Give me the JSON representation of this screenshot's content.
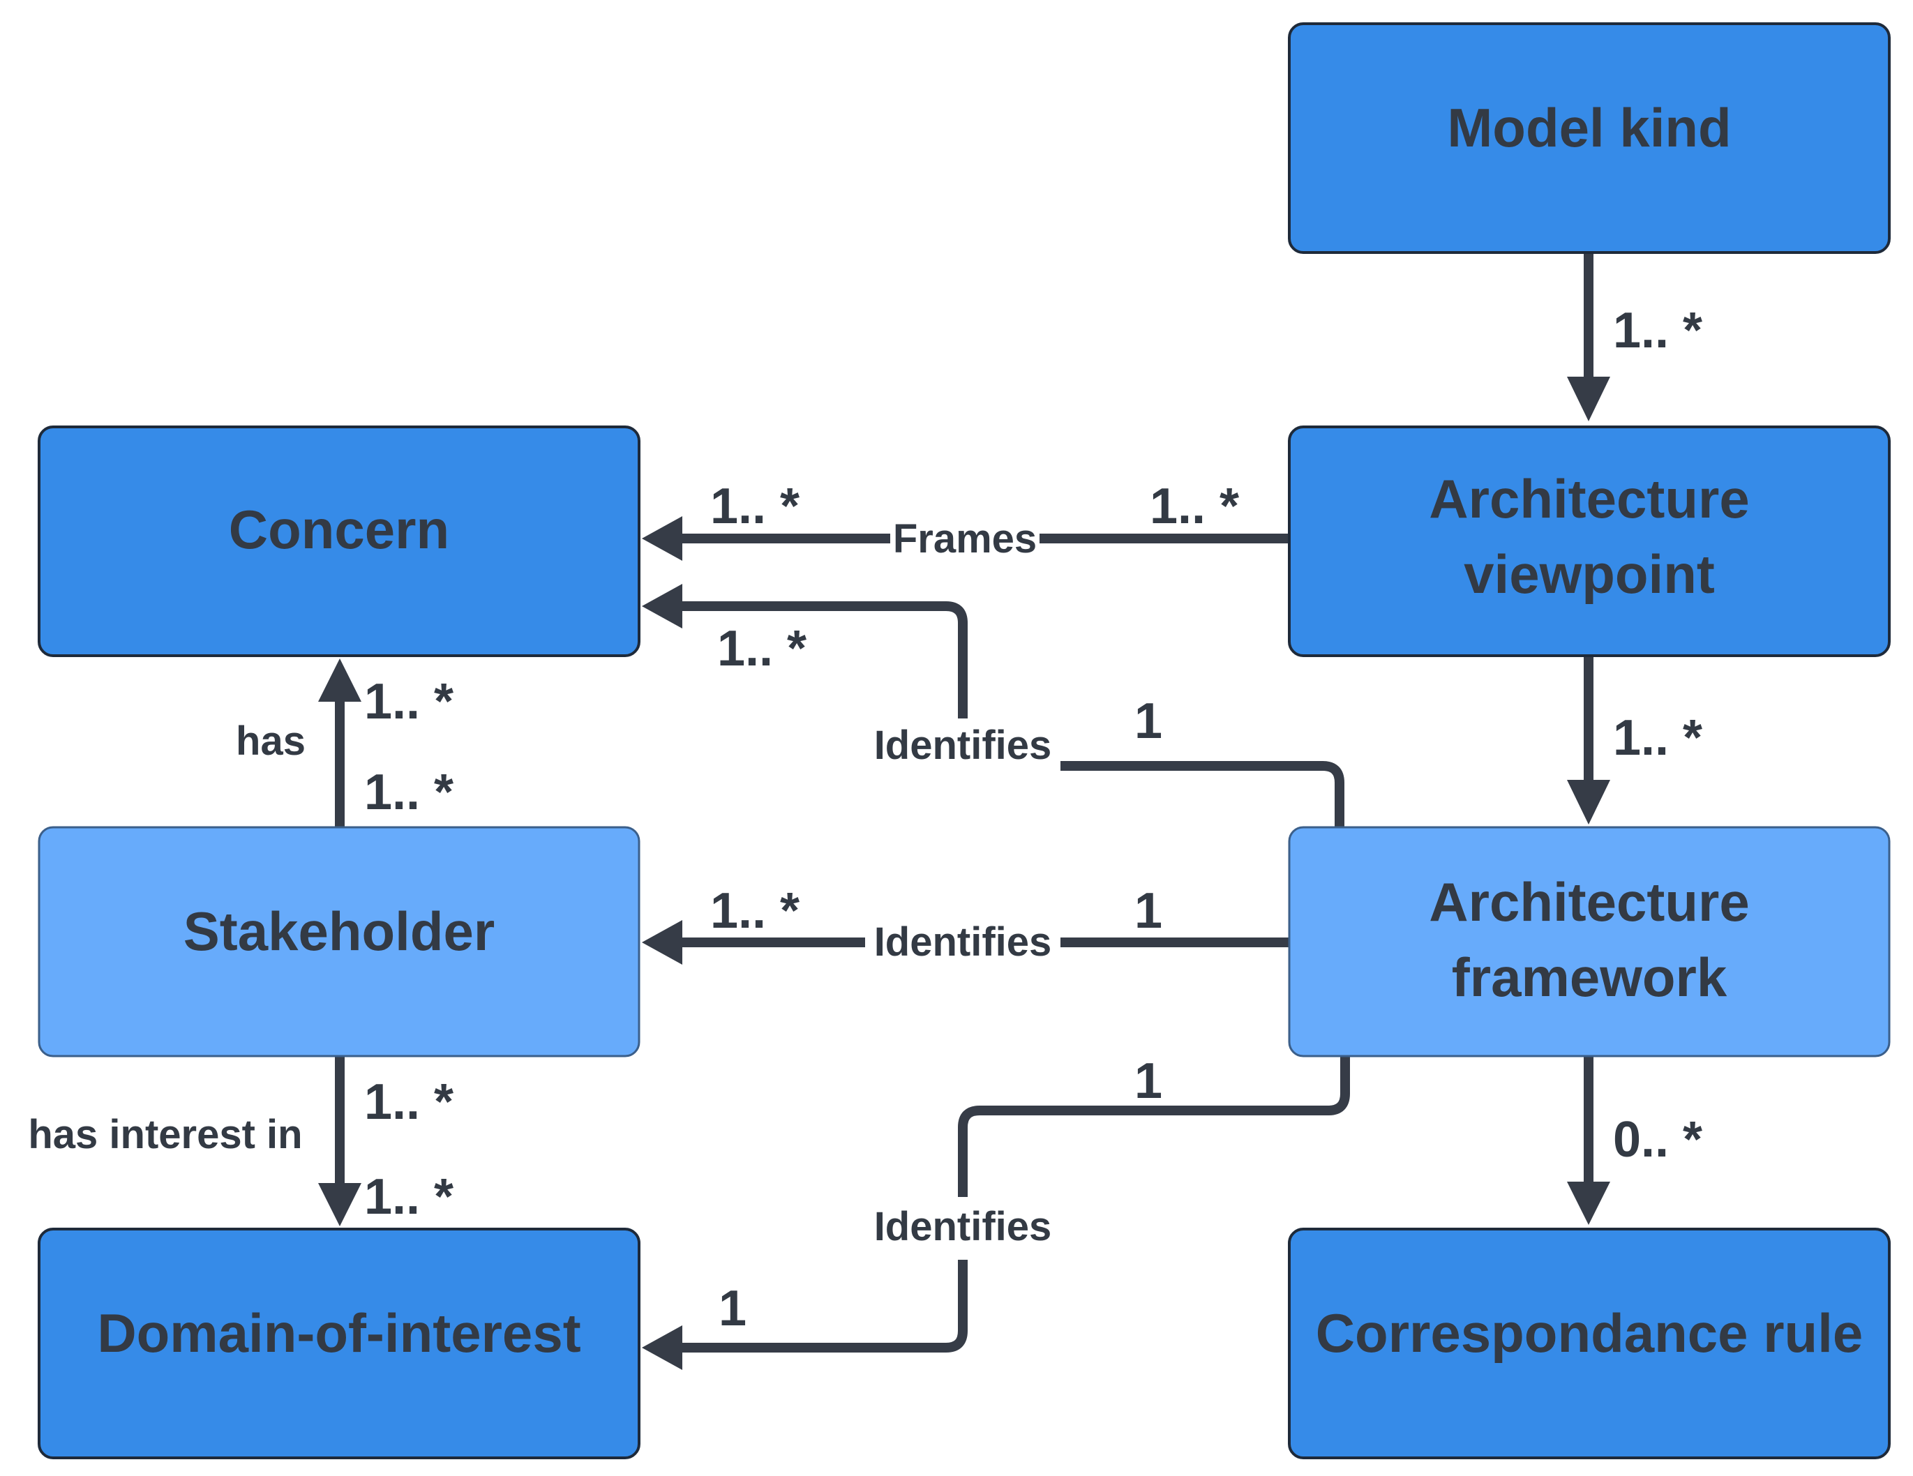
{
  "diagram": {
    "nodes": {
      "model_kind": "Model kind",
      "concern": "Concern",
      "architecture_viewpoint": [
        "Architecture",
        "viewpoint"
      ],
      "stakeholder": "Stakeholder",
      "architecture_framework": [
        "Architecture",
        "framework"
      ],
      "domain_of_interest": "Domain-of-interest",
      "correspondance_rule": "Correspondance rule"
    },
    "relations": {
      "model_kind_to_viewpoint": {
        "multiplicity": "1.. *"
      },
      "viewpoint_frames_concern": {
        "label": "Frames",
        "source_multiplicity": "1.. *",
        "target_multiplicity": "1.. *"
      },
      "viewpoint_to_framework": {
        "multiplicity": "1.. *"
      },
      "framework_identifies_concern": {
        "label": "Identifies",
        "source_multiplicity": "1",
        "target_multiplicity": "1.. *"
      },
      "stakeholder_has_concern": {
        "label": "has",
        "source_multiplicity": "1.. *",
        "target_multiplicity": "1.. *"
      },
      "framework_identifies_stakeholder": {
        "label": "Identifies",
        "source_multiplicity": "1",
        "target_multiplicity": "1.. *"
      },
      "stakeholder_interest_domain": {
        "label": "has interest in",
        "source_multiplicity": "1.. *",
        "target_multiplicity": "1.. *"
      },
      "framework_identifies_domain": {
        "label": "Identifies",
        "source_multiplicity": "1",
        "target_multiplicity": "1"
      },
      "framework_to_correspondance_rule": {
        "multiplicity": "0.. *"
      }
    },
    "colors": {
      "node_dark": "#368be8",
      "node_light": "#67abfb",
      "edge": "#363c47",
      "text": "#333a44"
    }
  }
}
